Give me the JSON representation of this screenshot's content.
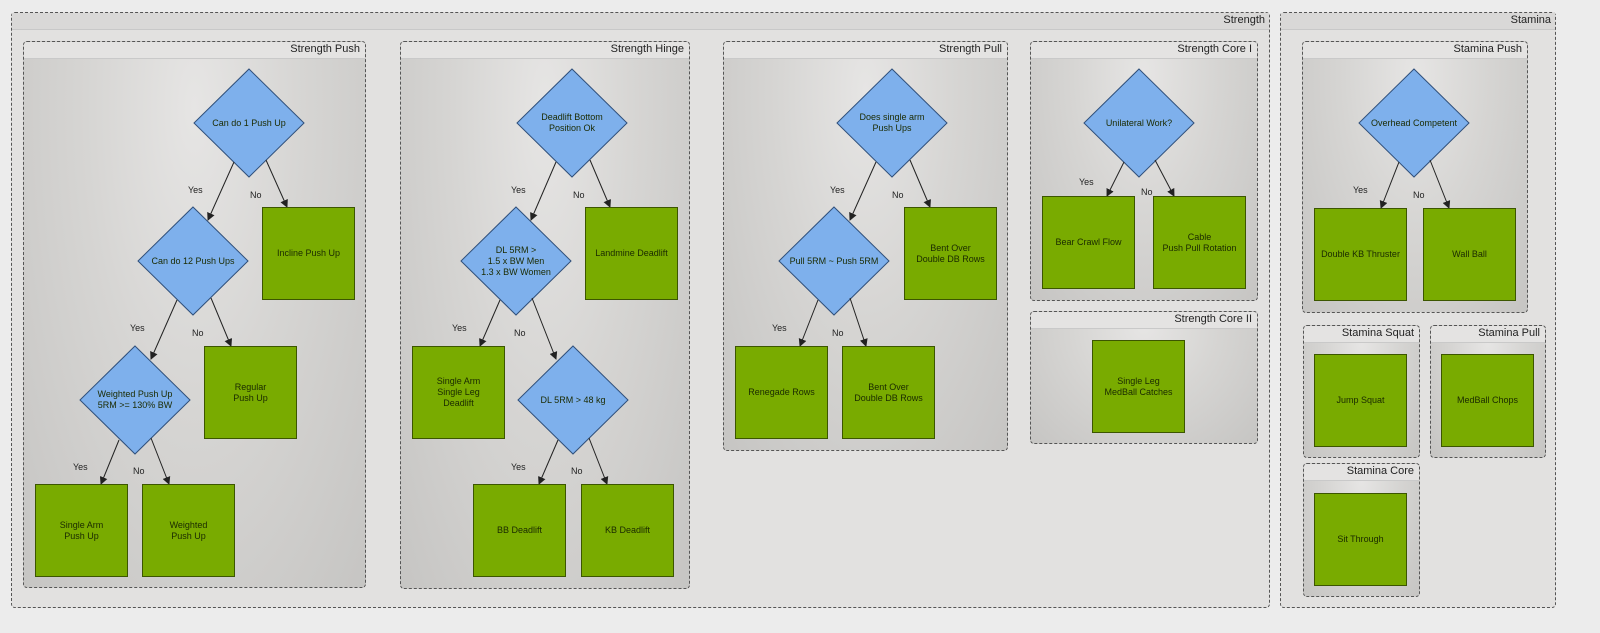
{
  "sections": {
    "strength": "Strength",
    "stamina": "Stamina"
  },
  "groups": {
    "strength_push": "Strength Push",
    "strength_hinge": "Strength Hinge",
    "strength_pull": "Strength Pull",
    "strength_core_1": "Strength Core I",
    "strength_core_2": "Strength Core II",
    "stamina_push": "Stamina Push",
    "stamina_squat": "Stamina Squat",
    "stamina_pull": "Stamina Pull",
    "stamina_core": "Stamina Core"
  },
  "push": {
    "d1": "Can do 1 Push Up",
    "d2": "Can do 12 Push Ups",
    "d3": "Weighted Push Up\n5RM >= 130% BW",
    "incline": "Incline Push Up",
    "regular": "Regular\nPush Up",
    "single_arm": "Single Arm\nPush Up",
    "weighted": "Weighted\nPush Up"
  },
  "hinge": {
    "d1": "Deadlift Bottom\nPosition Ok",
    "d2": "DL 5RM >\n1.5 x BW Men\n1.3 x BW Women",
    "d3": "DL 5RM > 48 kg",
    "landmine": "Landmine Deadlift",
    "single_leg": "Single Arm\nSingle Leg\nDeadlift",
    "bb": "BB Deadlift",
    "kb": "KB Deadlift"
  },
  "pull": {
    "d1": "Does single arm\nPush Ups",
    "d2": "Pull 5RM ~ Push 5RM",
    "bent_over_1": "Bent Over\nDouble DB Rows",
    "renegade": "Renegade Rows",
    "bent_over_2": "Bent Over\nDouble DB Rows"
  },
  "core1": {
    "d1": "Unilateral Work?",
    "bear": "Bear Crawl Flow",
    "cable": "Cable\nPush Pull Rotation"
  },
  "core2": {
    "medball": "Single Leg\nMedBall Catches"
  },
  "stamina_push": {
    "d1": "Overhead Competent",
    "thruster": "Double KB Thruster",
    "wall_ball": "Wall Ball"
  },
  "stamina_squat": {
    "jump": "Jump Squat"
  },
  "stamina_pull": {
    "chops": "MedBall Chops"
  },
  "stamina_core": {
    "sit": "Sit Through"
  },
  "edge_labels": {
    "yes": "Yes",
    "no": "No"
  },
  "colors": {
    "decision": "#7eb0ec",
    "action": "#79ab00",
    "group_bg": "#d3d2d0",
    "line": "#222222"
  }
}
